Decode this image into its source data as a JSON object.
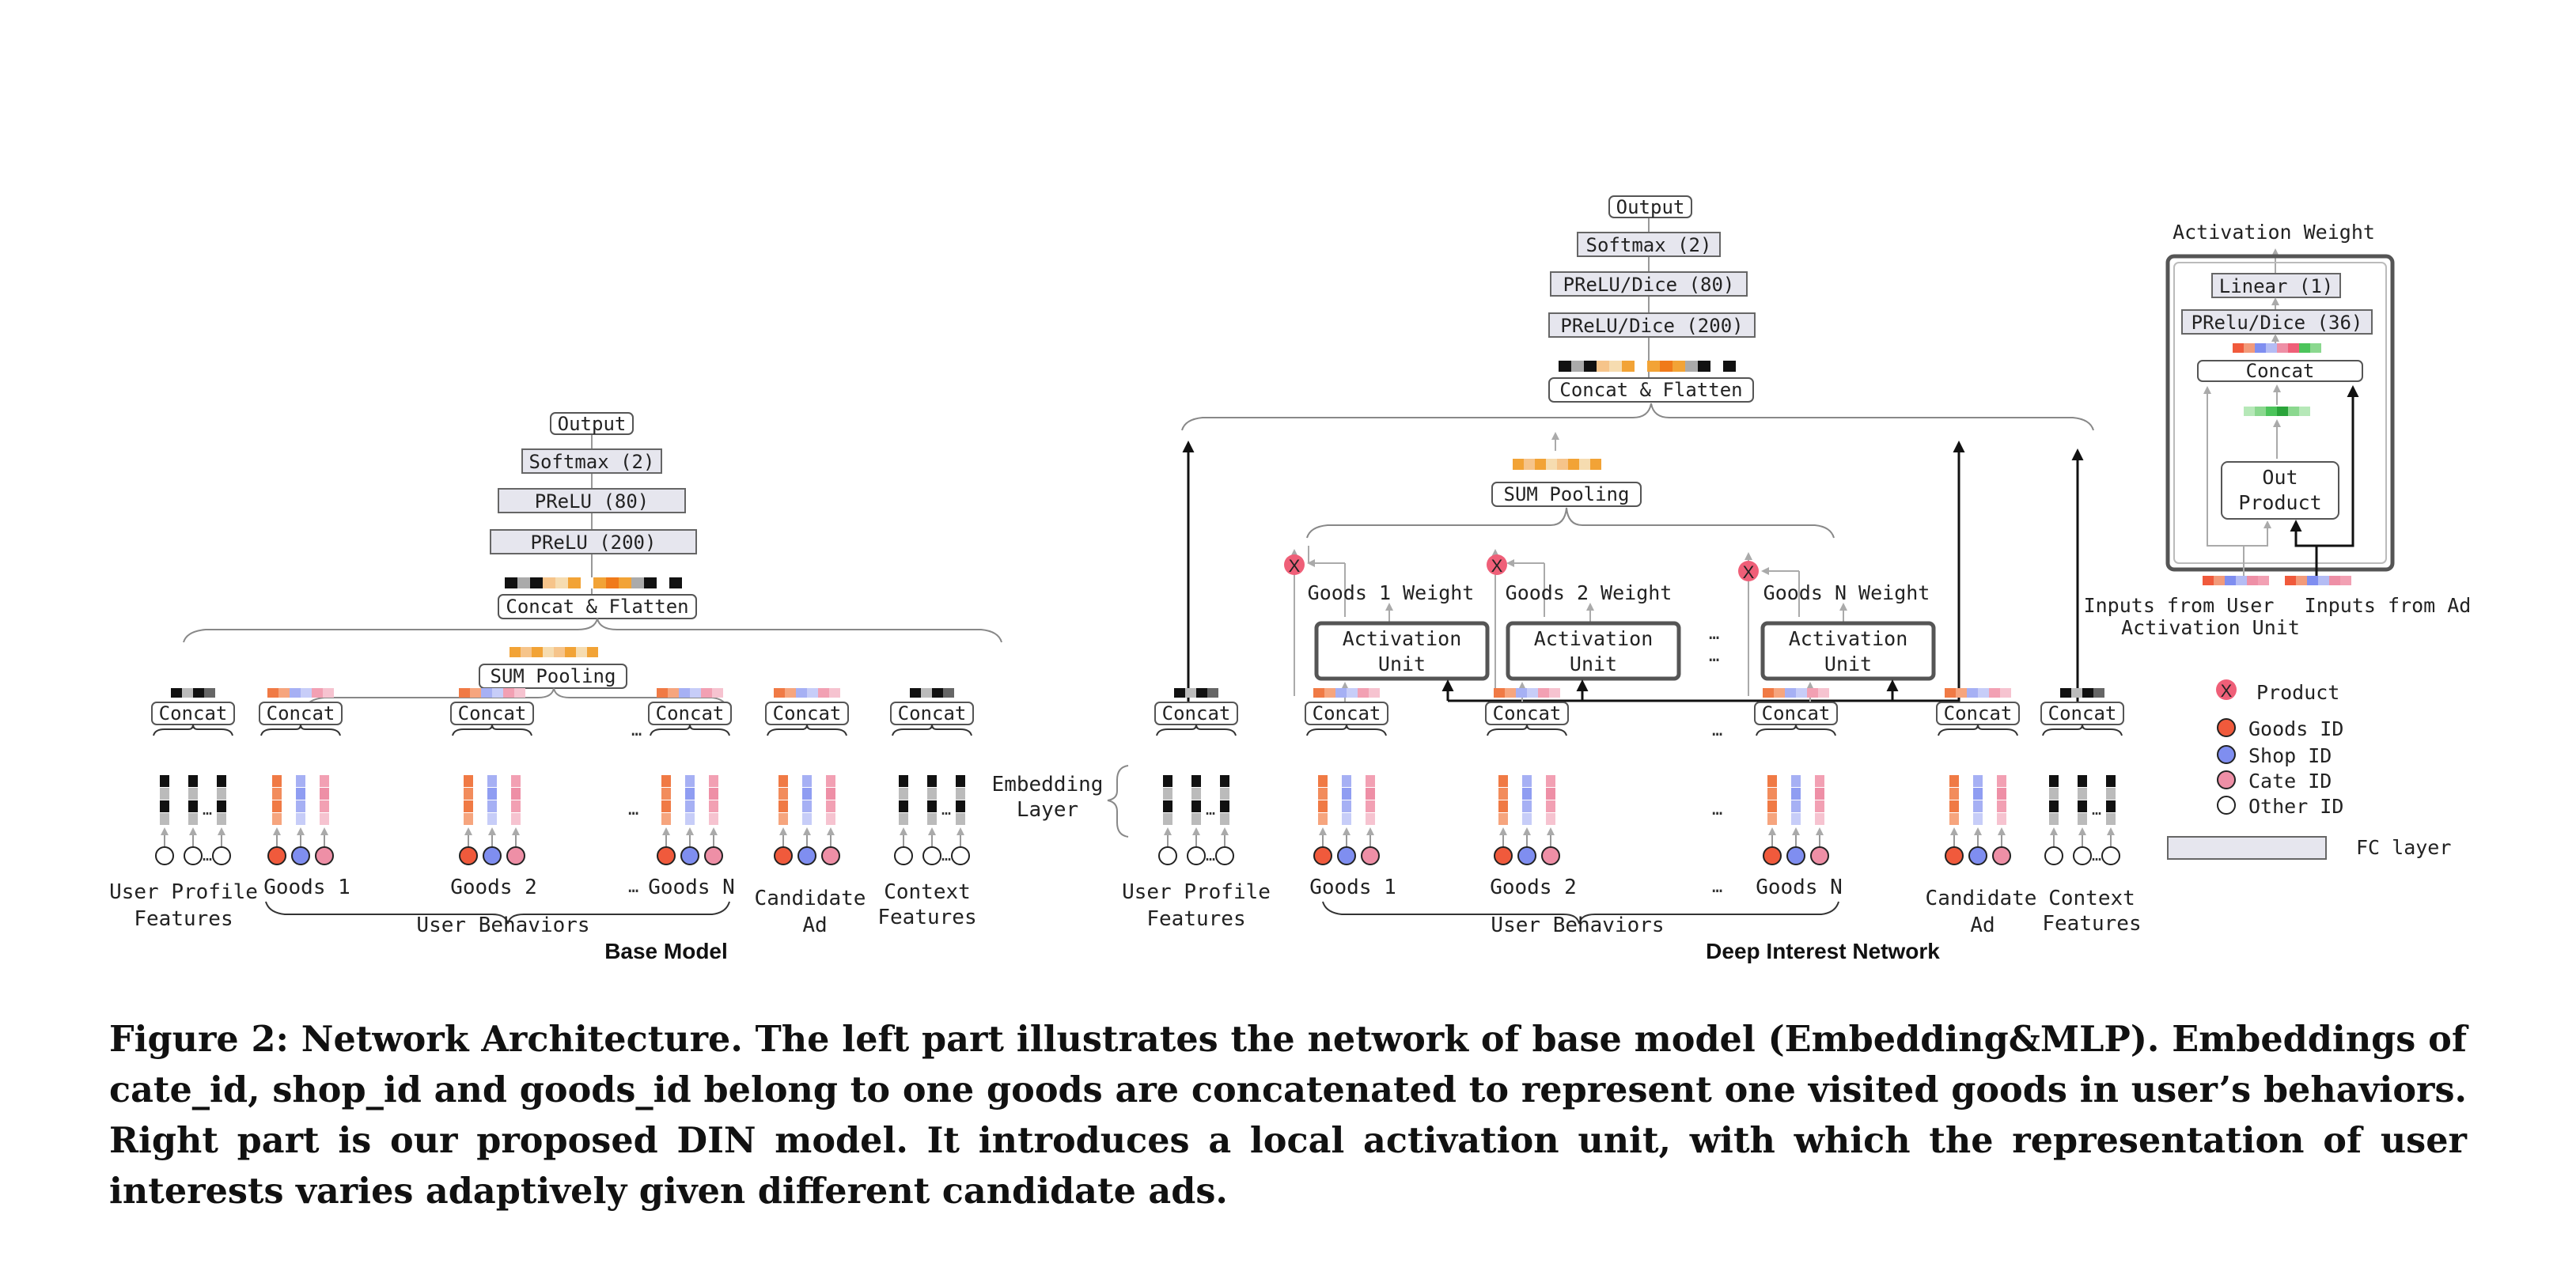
{
  "figure": {
    "caption": "Figure 2: Network Architecture. The left part illustrates the network of base model (Embedding&MLP). Embeddings of cate_id, shop_id and goods_id belong to one goods are concatenated to represent one visited goods in user’s behaviors. Right part is our proposed DIN model. It introduces a local activation unit, with which the representation of user interests varies adaptively given different candidate ads."
  },
  "colors": {
    "goods_id": "#f05a3c",
    "shop_id": "#7f8ef0",
    "cate_id": "#ee8fa6",
    "other_id": "#ffffff",
    "fc_layer": "#e6e6ee",
    "product": "#ef5f78",
    "embed_orange": "#f07a45",
    "embed_blue": "#a6b0f4",
    "embed_pink": "#f2a0b3",
    "pool_orange": "#f2a336",
    "out_green": "#4cc45b"
  },
  "base_model": {
    "title": "Base Model",
    "output": "Output",
    "softmax": "Softmax (2)",
    "prelu_80": "PReLU (80)",
    "prelu_200": "PReLU (200)",
    "concat_flatten": "Concat & Flatten",
    "sum_pooling": "SUM Pooling",
    "concat": "Concat",
    "dots": "…",
    "user_profile_1": "User Profile",
    "user_profile_2": "Features",
    "goods_1": "Goods 1",
    "goods_2": "Goods 2",
    "goods_n": "Goods N",
    "candidate_1": "Candidate",
    "candidate_2": "Ad",
    "context_1": "Context",
    "context_2": "Features",
    "user_behaviors": "User Behaviors"
  },
  "din": {
    "title": "Deep Interest Network",
    "output": "Output",
    "softmax": "Softmax (2)",
    "prelu_dice_80": "PReLU/Dice (80)",
    "prelu_dice_200": "PReLU/Dice (200)",
    "concat_flatten": "Concat & Flatten",
    "sum_pooling": "SUM Pooling",
    "goods_1_weight": "Goods 1 Weight",
    "goods_2_weight": "Goods 2 Weight",
    "goods_n_weight": "Goods N Weight",
    "activation_1": "Activation",
    "activation_2": "Unit",
    "concat": "Concat",
    "embedding_1": "Embedding",
    "embedding_2": "Layer",
    "dots": "…",
    "user_profile_1": "User Profile",
    "user_profile_2": "Features",
    "goods_1": "Goods 1",
    "goods_2": "Goods 2",
    "goods_n": "Goods N",
    "candidate_1": "Candidate",
    "candidate_2": "Ad",
    "context_1": "Context",
    "context_2": "Features",
    "user_behaviors": "User Behaviors",
    "x_mark": "X"
  },
  "activation_unit": {
    "activation_weight": "Activation Weight",
    "linear_1": "Linear (1)",
    "prelu_dice_36": "PRelu/Dice (36)",
    "concat": "Concat",
    "out_1": "Out",
    "out_2": "Product",
    "inputs_user": "Inputs from User",
    "inputs_ad": "Inputs from Ad",
    "caption": "Activation Unit"
  },
  "legend": {
    "x_mark": "X",
    "product": "Product",
    "goods_id": "Goods ID",
    "shop_id": "Shop ID",
    "cate_id": "Cate ID",
    "other_id": "Other ID",
    "fc_layer": "FC layer"
  }
}
